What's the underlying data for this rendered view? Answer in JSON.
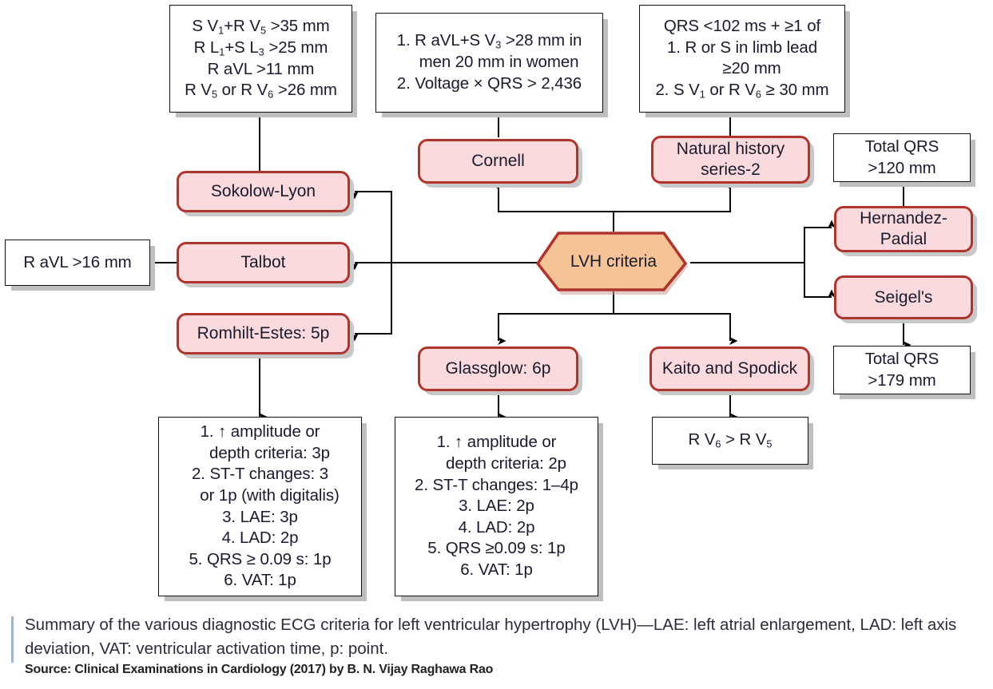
{
  "diagram": {
    "title": "Summary of the various diagnostic ECG criteria for left ventricular hypertrophy (LVH)",
    "colors": {
      "node_fill": "#fadadd",
      "node_border": "#b0332c",
      "hexagon_fill": "#f5c396",
      "hexagon_border": "#b0332c",
      "box_fill": "#ffffff",
      "box_border": "#111111",
      "shadow": "#bfbfbf",
      "connector": "#000000",
      "caption_rule": "#9fb4c4"
    },
    "center": {
      "label": "LVH criteria",
      "shape": "hexagon"
    },
    "criteria_nodes": [
      {
        "id": "sokolow-lyon",
        "label": "Sokolow-Lyon"
      },
      {
        "id": "talbot",
        "label": "Talbot"
      },
      {
        "id": "romhilt-estes",
        "label": "Romhilt-Estes: 5p"
      },
      {
        "id": "cornell",
        "label": "Cornell"
      },
      {
        "id": "natural-history-series-2",
        "label": "Natural history series-2"
      },
      {
        "id": "hernandez-padial",
        "label": "Hernandez-Padial"
      },
      {
        "id": "seigels",
        "label": "Seigel's"
      },
      {
        "id": "glassglow",
        "label": "Glassglow: 6p"
      },
      {
        "id": "kaito-and-spodick",
        "label": "Kaito and Spodick"
      }
    ],
    "detail_boxes": {
      "sokolow_lyon": {
        "lines": [
          "S V<sub>1</sub>+R V<sub>5</sub> >35 mm",
          "R L<sub>1</sub>+S L<sub>3</sub> >25 mm",
          "R aVL >11 mm",
          "R V<sub>5</sub> or R V<sub>6</sub> >26 mm"
        ]
      },
      "cornell": {
        "lines": [
          "1. R aVL+S V<sub>3</sub> >28 mm in",
          "men 20 mm in women",
          "2. Voltage × QRS > 2,436"
        ],
        "indent": [
          false,
          true,
          false
        ]
      },
      "natural_history": {
        "lines": [
          "QRS <102 ms + ≥1 of",
          "1. R or S in limb lead",
          "≥20 mm",
          "2. S V<sub>1</sub> or R V<sub>6</sub> ≥ 30 mm"
        ],
        "indent": [
          false,
          false,
          true,
          false
        ]
      },
      "talbot": {
        "lines": [
          "R aVL >16 mm"
        ]
      },
      "hernandez_padial": {
        "lines": [
          "Total QRS",
          ">120 mm"
        ]
      },
      "seigels": {
        "lines": [
          "Total QRS",
          ">179 mm"
        ]
      },
      "romhilt_estes": {
        "lines": [
          "1. ↑ amplitude or",
          "depth criteria: 3p",
          "2. ST-T changes: 3",
          "or 1p (with digitalis)",
          "3. LAE: 3p",
          "4. LAD: 2p",
          "5. QRS ≥ 0.09 s: 1p",
          "6. VAT: 1p"
        ],
        "indent": [
          false,
          true,
          false,
          true,
          false,
          false,
          false,
          false
        ]
      },
      "glassglow": {
        "lines": [
          "1. ↑ amplitude or",
          "depth criteria: 2p",
          "2. ST-T changes: 1–4p",
          "3. LAE: 2p",
          "4. LAD: 2p",
          "5. QRS ≥0.09 s: 1p",
          "6. VAT: 1p"
        ],
        "indent": [
          false,
          true,
          false,
          false,
          false,
          false,
          false
        ]
      },
      "kaito_spodick": {
        "lines": [
          "R V<sub>6</sub> > R V<sub>5</sub>"
        ]
      }
    },
    "caption": {
      "main": "Summary of the various diagnostic ECG criteria for left ventricular hypertrophy (LVH)—LAE: left atrial enlargement, LAD: left axis deviation, VAT: ventricular activation time, p: point.",
      "source": "Source: Clinical Examinations in Cardiology (2017) by B. N. Vijay Raghawa Rao"
    }
  }
}
